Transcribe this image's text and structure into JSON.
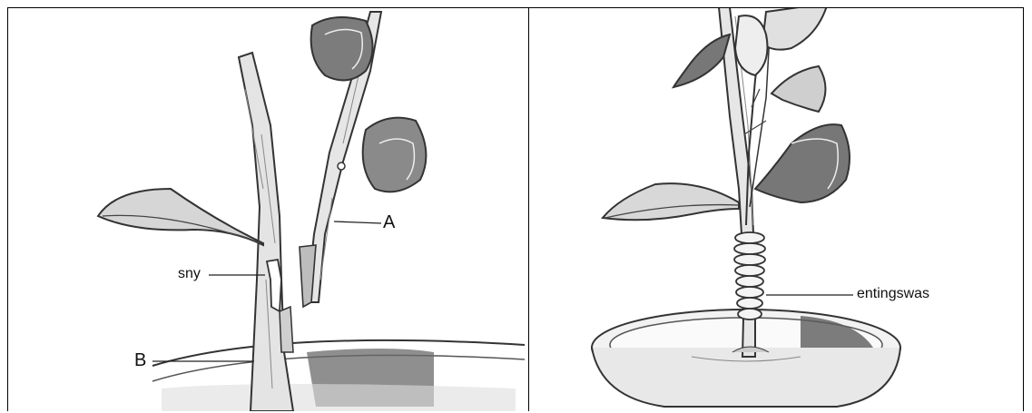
{
  "left_panel": {
    "labels": {
      "a": "A",
      "b": "B",
      "cut": "sny"
    }
  },
  "right_panel": {
    "labels": {
      "wax": "entingswas"
    }
  },
  "colors": {
    "line": "#000000",
    "ink": "#333333",
    "shade": "#9a9a9a",
    "dark": "#555555"
  }
}
